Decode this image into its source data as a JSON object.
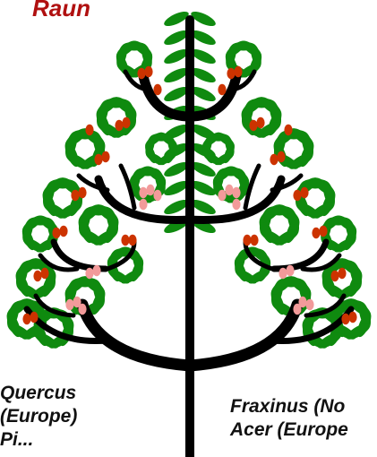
{
  "title": "Raun",
  "left_labels": [
    "Quercus",
    "(Europe)",
    "Pi..."
  ],
  "right_labels": [
    "Fraxinus (No",
    "Acer (Europe"
  ],
  "colors": {
    "trunk": "#000000",
    "leaf": "#0f8a0f",
    "leaf_dark": "#0b6b0b",
    "fruit_red": "#cc3300",
    "fruit_pink": "#f29a9a",
    "title": "#b01010"
  }
}
